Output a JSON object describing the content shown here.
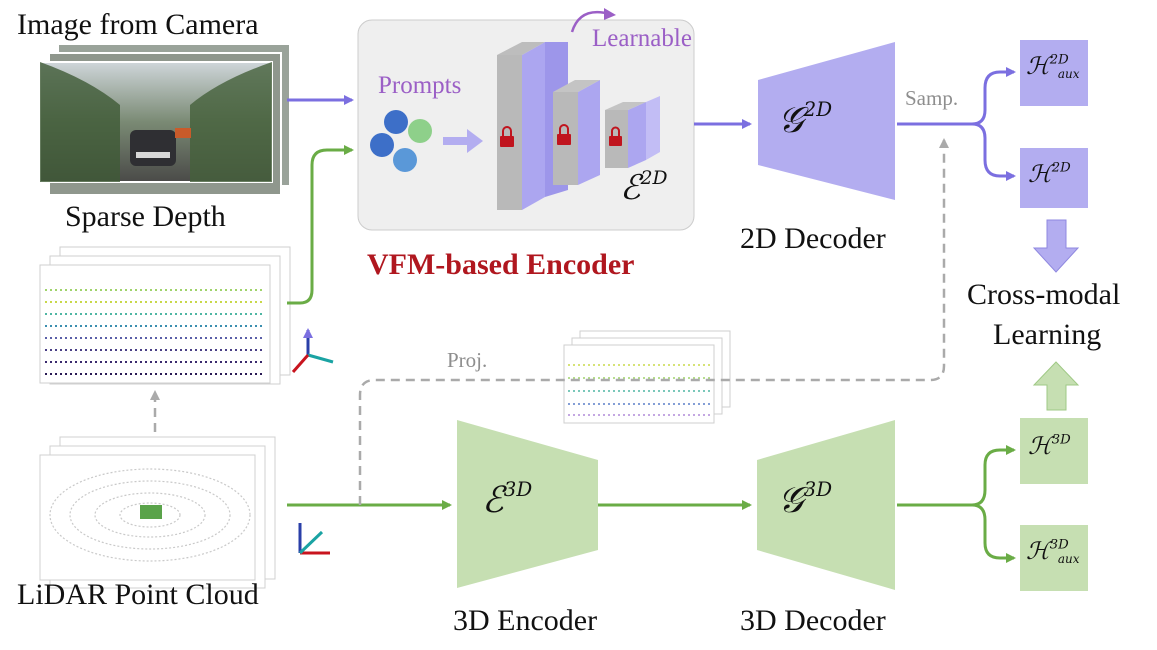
{
  "labels": {
    "image_from_camera": "Image from Camera",
    "sparse_depth": "Sparse Depth",
    "lidar_point_cloud": "LiDAR Point Cloud",
    "prompts": "Prompts",
    "learnable": "Learnable",
    "vfm_encoder": "VFM-based Encoder",
    "decoder_2d": "2D Decoder",
    "encoder_3d": "3D Encoder",
    "decoder_3d": "3D Decoder",
    "samp": "Samp.",
    "proj": "Proj.",
    "cross_modal_1": "Cross-modal",
    "cross_modal_2": "Learning"
  },
  "symbols": {
    "e2d_base": "ℰ",
    "e2d_sup": "2D",
    "g2d_base": "𝒢",
    "g2d_sup": "2D",
    "e3d_base": "ℰ",
    "e3d_sup": "3D",
    "g3d_base": "𝒢",
    "g3d_sup": "3D",
    "h_aux_2d_base": "ℋ",
    "h_aux_2d_sup": "2D",
    "h_aux_2d_sub": "aux",
    "h_2d_base": "ℋ",
    "h_2d_sup": "2D",
    "h_3d_base": "ℋ",
    "h_3d_sup": "3D",
    "h_aux_3d_base": "ℋ",
    "h_aux_3d_sup": "3D",
    "h_aux_3d_sub": "aux"
  },
  "colors": {
    "purple_fill": "#b3adf0",
    "purple_arrow": "#7b6fe0",
    "green_fill": "#c6dfb2",
    "green_arrow": "#6aac46",
    "encoder_box": "#efefef",
    "lock_red": "#c0141e",
    "learnable_purple": "#9b5fc6",
    "title_red": "#b0171f"
  }
}
